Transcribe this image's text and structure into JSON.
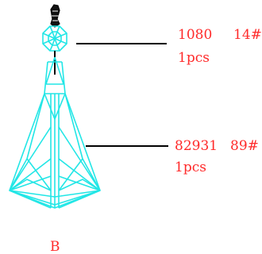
{
  "colors": {
    "drawing": "#22e6e6",
    "annotation": "#ff2a2a",
    "leader": "#000000"
  },
  "callouts": [
    {
      "code": "1080",
      "size": "14#",
      "qty": "1pcs"
    },
    {
      "code": "82931",
      "size": "89#",
      "qty": "1pcs"
    }
  ],
  "view_label": "B"
}
